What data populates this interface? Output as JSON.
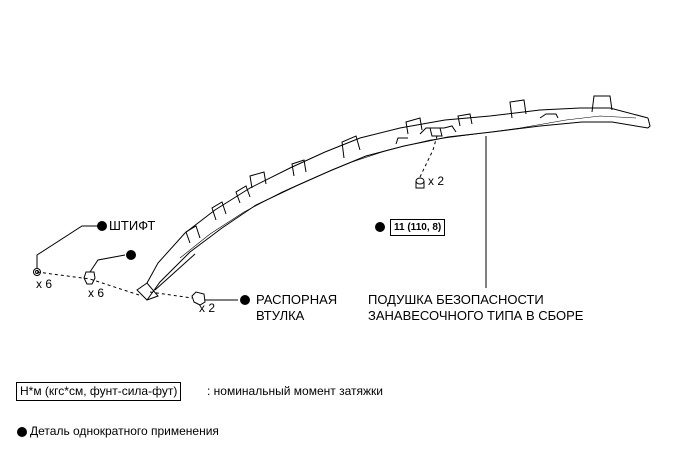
{
  "labels": {
    "pin": "ШТИФТ",
    "spacer_line1": "РАСПОРНАЯ",
    "spacer_line2": "ВТУЛКА",
    "airbag_line1": "ПОДУШКА БЕЗОПАСНОСТИ",
    "airbag_line2": "ЗАНАВЕСОЧНОГО ТИПА В СБОРЕ"
  },
  "quantities": {
    "pin": "x 6",
    "clip": "x 6",
    "spacer": "x 2",
    "bolt": "x 2"
  },
  "torque": "11 (110, 8)",
  "legend": {
    "torque_unit": "Н*м (кгс*см, фунт-сила-фут)",
    "torque_desc": ": номинальный момент затяжки",
    "single_use": "Деталь однократного применения"
  },
  "colors": {
    "line": "#000000",
    "background": "#ffffff"
  }
}
